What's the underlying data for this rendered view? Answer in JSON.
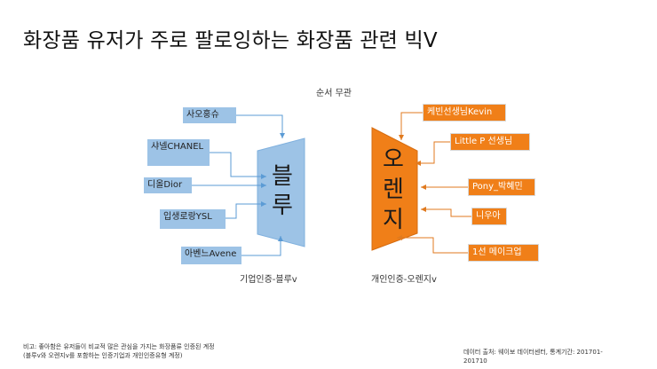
{
  "title": "화장품 유저가 주로 팔로잉하는 화장품 관련 빅V",
  "order_note": "순서 무관",
  "left_group": {
    "shape_chars": [
      "블",
      "루"
    ],
    "caption": "기업인증-블루v",
    "accounts": [
      "사오훙슈",
      "샤넬CHANEL",
      "디올Dior",
      "입생로랑YSL",
      "아벤느Avene"
    ]
  },
  "right_group": {
    "shape_chars": [
      "오",
      "렌",
      "지"
    ],
    "caption": "개인인증-오렌지v",
    "accounts": [
      "케빈선생님Kevin",
      "Little P 선생님",
      "Pony_박혜민",
      "니우아",
      "1선 메이크업"
    ]
  },
  "colors": {
    "blue": "#9dc3e6",
    "orange": "#f07f18",
    "blue_line": "#5b9bd5",
    "orange_line": "#e07a1f"
  },
  "footnotes": {
    "left_line1": "비고: 좋아함은 유저들이 비교적 많은 관심을 가지는 화장품류 인증된 계정",
    "left_line2": "(블루v와 오렌지v를 포함하는 인증기업과 개인인증유형 계정)",
    "right_line1": "데이터 출처: 웨이보 데이터센터, 통계기간: 201701-",
    "right_line2": "201710"
  }
}
